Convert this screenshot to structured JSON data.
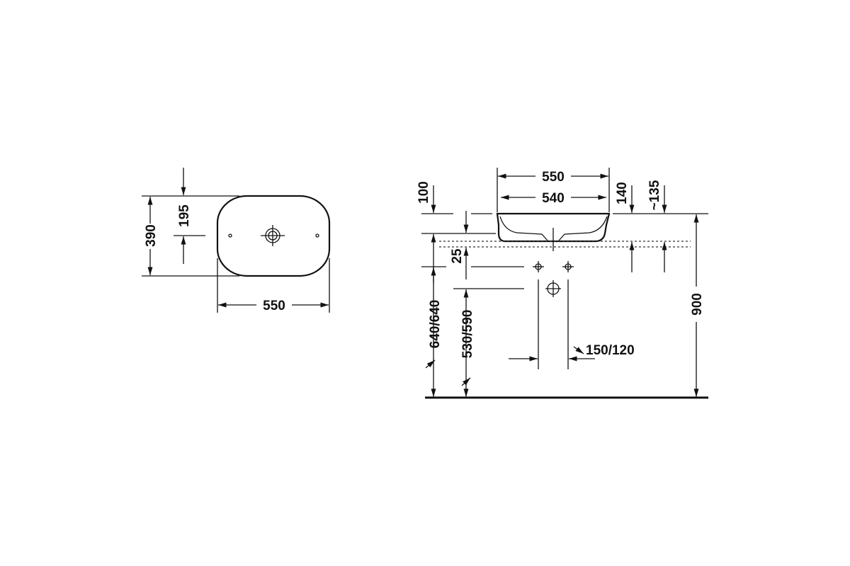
{
  "top_view": {
    "width_label": "550",
    "depth_label": "390",
    "center_label": "195"
  },
  "side_view": {
    "outer_width_label": "550",
    "inner_width_label": "540",
    "depth_label": "100",
    "height_label": "140",
    "approx_height_label": "~135",
    "offset_label": "25",
    "counter_height_label": "900",
    "supply_height_label": "640/640",
    "drain_height_label": "530/590",
    "supply_spacing_label": "150/120"
  }
}
